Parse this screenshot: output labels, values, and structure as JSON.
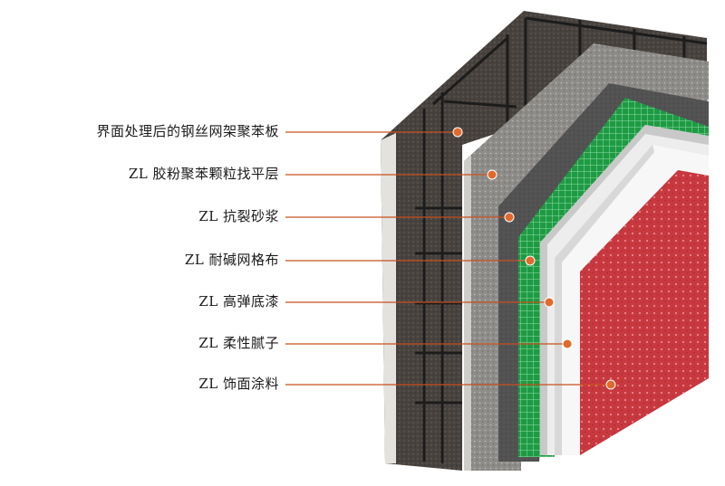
{
  "colors": {
    "leader_line": "#c8501e",
    "marker": "#e06a2c",
    "board": "#4a4440",
    "leveling": "#8e8c89",
    "mortar": "#555556",
    "mesh": "#1f9a44",
    "primer": "#eeeeee",
    "putty": "#f6f6f6",
    "finish": "#c8383f"
  },
  "layers": [
    {
      "label": "界面处理后的钢丝网架聚苯板",
      "icon": "steel-mesh-board"
    },
    {
      "label": "ZL 胶粉聚苯颗粒找平层",
      "icon": "granule-leveling"
    },
    {
      "label": "ZL 抗裂砂浆",
      "icon": "crack-mortar"
    },
    {
      "label": "ZL 耐碱网格布",
      "icon": "alkali-mesh"
    },
    {
      "label": "ZL 高弹底漆",
      "icon": "elastic-primer"
    },
    {
      "label": "ZL 柔性腻子",
      "icon": "flexible-putty"
    },
    {
      "label": "ZL 饰面涂料",
      "icon": "finish-coating"
    }
  ]
}
